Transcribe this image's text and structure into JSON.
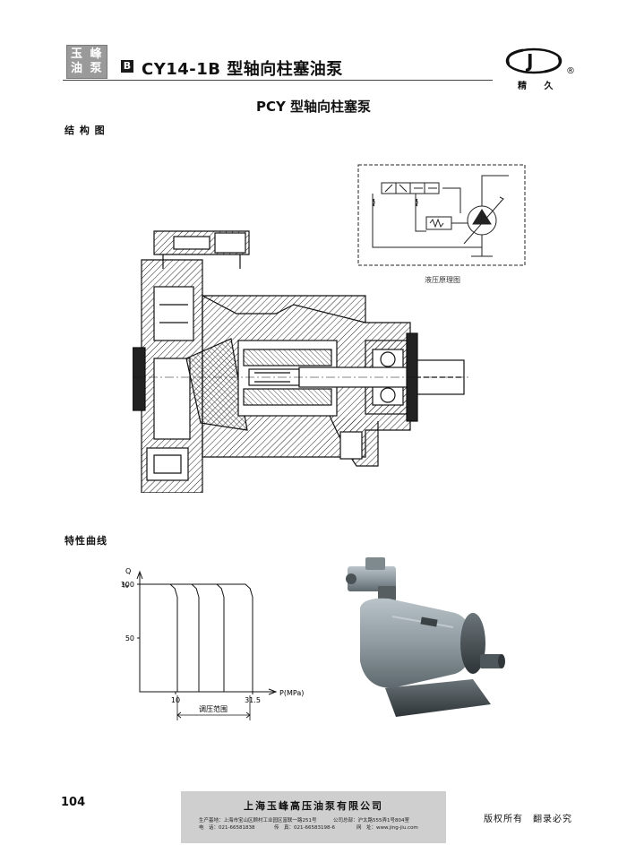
{
  "header": {
    "logo_line1": "玉 峰",
    "logo_line2": "油 泵",
    "section_badge": "B",
    "section_title": "CY14-1B 型轴向柱塞油泵",
    "brand_name": "精 久",
    "brand_registered": "®"
  },
  "page_title": "PCY 型轴向柱塞泵",
  "structure": {
    "label": "结 构 图"
  },
  "hydraulic": {
    "caption": "液压原理图"
  },
  "curve_section": {
    "label": "特性曲线"
  },
  "chart_data": {
    "type": "line",
    "ylabel": "Q",
    "yunit": "%",
    "xlabel": "P(MPa)",
    "y_ticks": [
      "100",
      "50"
    ],
    "x_ticks": [
      "10",
      "31.5"
    ],
    "annotation": "调压范围",
    "ylim": [
      0,
      110
    ],
    "xlim": [
      0,
      40
    ],
    "series": [
      {
        "x": [
          0,
          8.5,
          9.8,
          10.5,
          10.5
        ],
        "y": [
          100,
          100,
          96,
          88,
          0
        ]
      },
      {
        "x": [
          0,
          14.5,
          15.8,
          16.5,
          16.5
        ],
        "y": [
          100,
          100,
          96,
          88,
          0
        ]
      },
      {
        "x": [
          0,
          21.5,
          22.8,
          23.5,
          23.5
        ],
        "y": [
          100,
          100,
          96,
          88,
          0
        ]
      },
      {
        "x": [
          0,
          29.5,
          30.8,
          31.5,
          31.5
        ],
        "y": [
          100,
          100,
          96,
          88,
          0
        ]
      }
    ]
  },
  "footer": {
    "page_number": "104",
    "company": "上海玉峰高压油泵有限公司",
    "production_base": "生产基地：上海市宝山区顾村工业园区富联一路251号",
    "company_address": "公司总部：沪太路555弄1号804室",
    "phone": "电　话：021-66581838",
    "fax": "传　真：021-66583198-6",
    "website": "网　址：www.jing-jiu.com",
    "rights": "版权所有　翻录必究"
  }
}
